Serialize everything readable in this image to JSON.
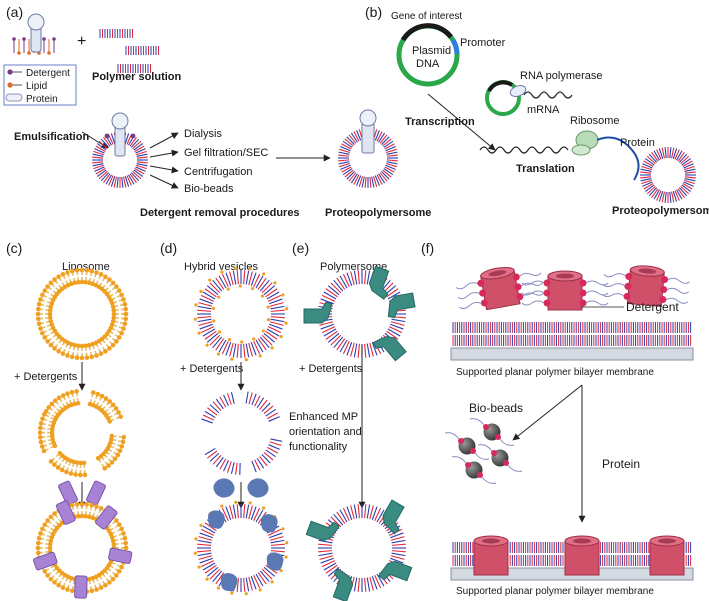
{
  "panels": {
    "a": {
      "label": "(a)",
      "legend": [
        "Detergent",
        "Lipid",
        "Protein"
      ],
      "polymer_solution": "Polymer solution",
      "emulsification": "Emulsification",
      "methods": [
        "Dialysis",
        "Gel filtration/SEC",
        "Centrifugation",
        "Bio-beads"
      ],
      "removal_title": "Detergent removal procedures",
      "product": "Proteopolymersome"
    },
    "b": {
      "label": "(b)",
      "gene": "Gene of interest",
      "plasmid_line1": "Plasmid",
      "plasmid_line2": "DNA",
      "promoter": "Promoter",
      "rna_polymerase": "RNA polymerase",
      "mrna": "mRNA",
      "transcription": "Transcription",
      "ribosome": "Ribosome",
      "protein": "Protein",
      "translation": "Translation",
      "product": "Proteopolymersome"
    },
    "c": {
      "label": "(c)",
      "title": "Liposome",
      "step": "+ Detergents"
    },
    "d": {
      "label": "(d)",
      "title": "Hybrid vesicles",
      "step": "+ Detergents"
    },
    "e": {
      "label": "(e)",
      "title": "Polymersome",
      "step": "+ Detergents",
      "note_lines": [
        "Enhanced MP",
        "orientation and",
        "functionality"
      ]
    },
    "f": {
      "label": "(f)",
      "detergent": "Detergent",
      "membrane_caption": "Supported planar polymer bilayer membrane",
      "biobeads": "Bio-beads",
      "protein": "Protein"
    }
  },
  "colors": {
    "lipid_orange": "#f0a020",
    "polymer_red": "#e0283c",
    "polymer_blue": "#2c3cb0",
    "protein_pink": "#d0506a",
    "protein_purple": "#a882d4",
    "protein_blue": "#5a78b4",
    "protein_teal": "#3a8c82",
    "plasmid_green": "#2aa84a"
  }
}
